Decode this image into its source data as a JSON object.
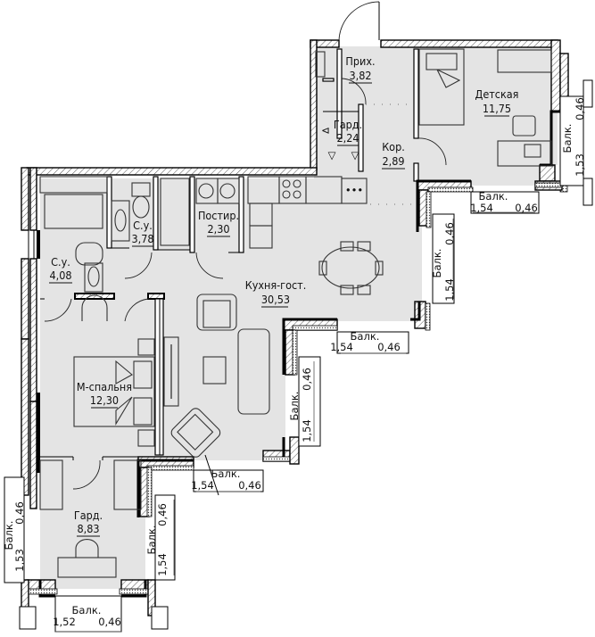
{
  "plan": {
    "rooms": [
      {
        "id": "entry",
        "name": "Прих.",
        "area": "3,82"
      },
      {
        "id": "wardrobe-small",
        "name": "Гард.",
        "area": "2,24"
      },
      {
        "id": "corridor",
        "name": "Кор.",
        "area": "2,89"
      },
      {
        "id": "kids",
        "name": "Детская",
        "area": "11,75"
      },
      {
        "id": "bath-1",
        "name": "С.у.",
        "area": "3,78"
      },
      {
        "id": "laundry",
        "name": "Постир.",
        "area": "2,30"
      },
      {
        "id": "bath-2",
        "name": "С.у.",
        "area": "4,08"
      },
      {
        "id": "kitchen-living",
        "name": "Кухня-гост.",
        "area": "30,53"
      },
      {
        "id": "master-bedroom",
        "name": "М-спальня",
        "area": "12,30"
      },
      {
        "id": "wardrobe-large",
        "name": "Гард.",
        "area": "8,83"
      }
    ],
    "balconies": [
      {
        "id": "bal-kids-right",
        "label": "Балк.",
        "length": "1,53",
        "depth": "0,46"
      },
      {
        "id": "bal-kids-bottom",
        "label": "Балк.",
        "length": "1,54",
        "depth": "0,46"
      },
      {
        "id": "bal-kitchen-right",
        "label": "Балк.",
        "length": "1,54",
        "depth": "0,46"
      },
      {
        "id": "bal-kitchen-bottom",
        "label": "Балк.",
        "length": "1,54",
        "depth": "0,46"
      },
      {
        "id": "bal-living-right",
        "label": "Балк.",
        "length": "1,54",
        "depth": "0,46"
      },
      {
        "id": "bal-living-bottom",
        "label": "Балк.",
        "length": "1,54",
        "depth": "0,46"
      },
      {
        "id": "bal-wardrobe-left",
        "label": "Балк.",
        "length": "1,53",
        "depth": "0,46"
      },
      {
        "id": "bal-wardrobe-right",
        "label": "Балк.",
        "length": "1,54",
        "depth": "0,46"
      },
      {
        "id": "bal-wardrobe-bottom",
        "label": "Балк.",
        "length": "1,52",
        "depth": "0,46"
      }
    ]
  }
}
